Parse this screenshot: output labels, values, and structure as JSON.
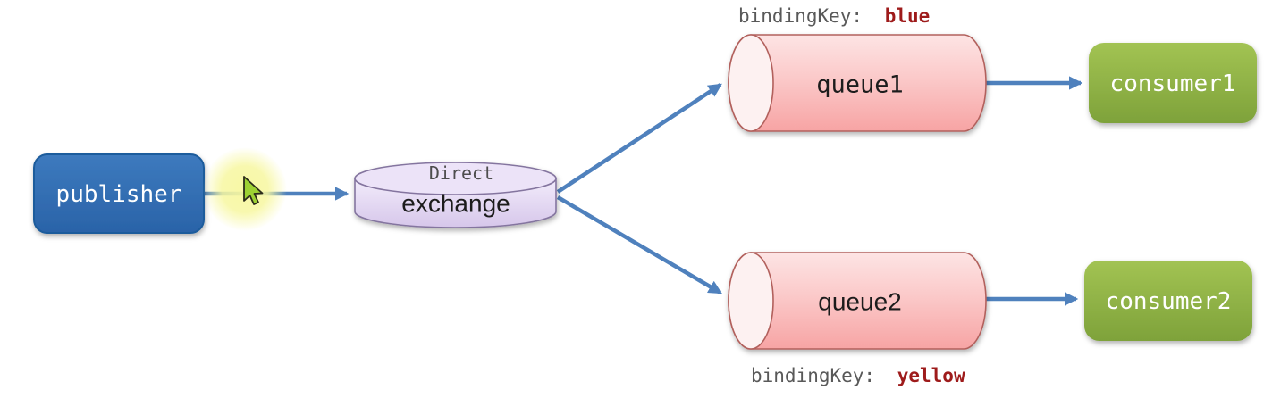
{
  "diagram": {
    "kind": "message-flow-diagram",
    "publisher": {
      "label": "publisher"
    },
    "exchange": {
      "type_label": "Direct",
      "label": "exchange"
    },
    "queues": [
      {
        "label": "queue1",
        "binding_key_label": "bindingKey:",
        "binding_key_value": "blue"
      },
      {
        "label": "queue2",
        "binding_key_label": "bindingKey:",
        "binding_key_value": "yellow"
      }
    ],
    "consumers": [
      {
        "label": "consumer1"
      },
      {
        "label": "consumer2"
      }
    ],
    "colors": {
      "publisher_fill_top": "#3d7abe",
      "publisher_fill_bottom": "#2a63a8",
      "publisher_border": "#1f5c9c",
      "exchange_fill_top": "#f2ecfb",
      "exchange_fill_bottom": "#d6c6ea",
      "exchange_top_face": "#ece3f8",
      "exchange_border": "#84749f",
      "queue_fill_top": "#fde4e4",
      "queue_fill_bottom": "#f7a4a4",
      "queue_left_face": "#fdf1f1",
      "queue_border": "#b2605c",
      "consumer_fill_top": "#a2c353",
      "consumer_fill_bottom": "#7ea23a",
      "arrow": "#4f81bd",
      "binding_key_label_color": "#595959",
      "binding_key_value_color": "#9e1b1b",
      "cursor_fill": "#9dd133",
      "cursor_outline": "#2b2b1a",
      "cursor_glow": "#f7f7a0"
    }
  }
}
